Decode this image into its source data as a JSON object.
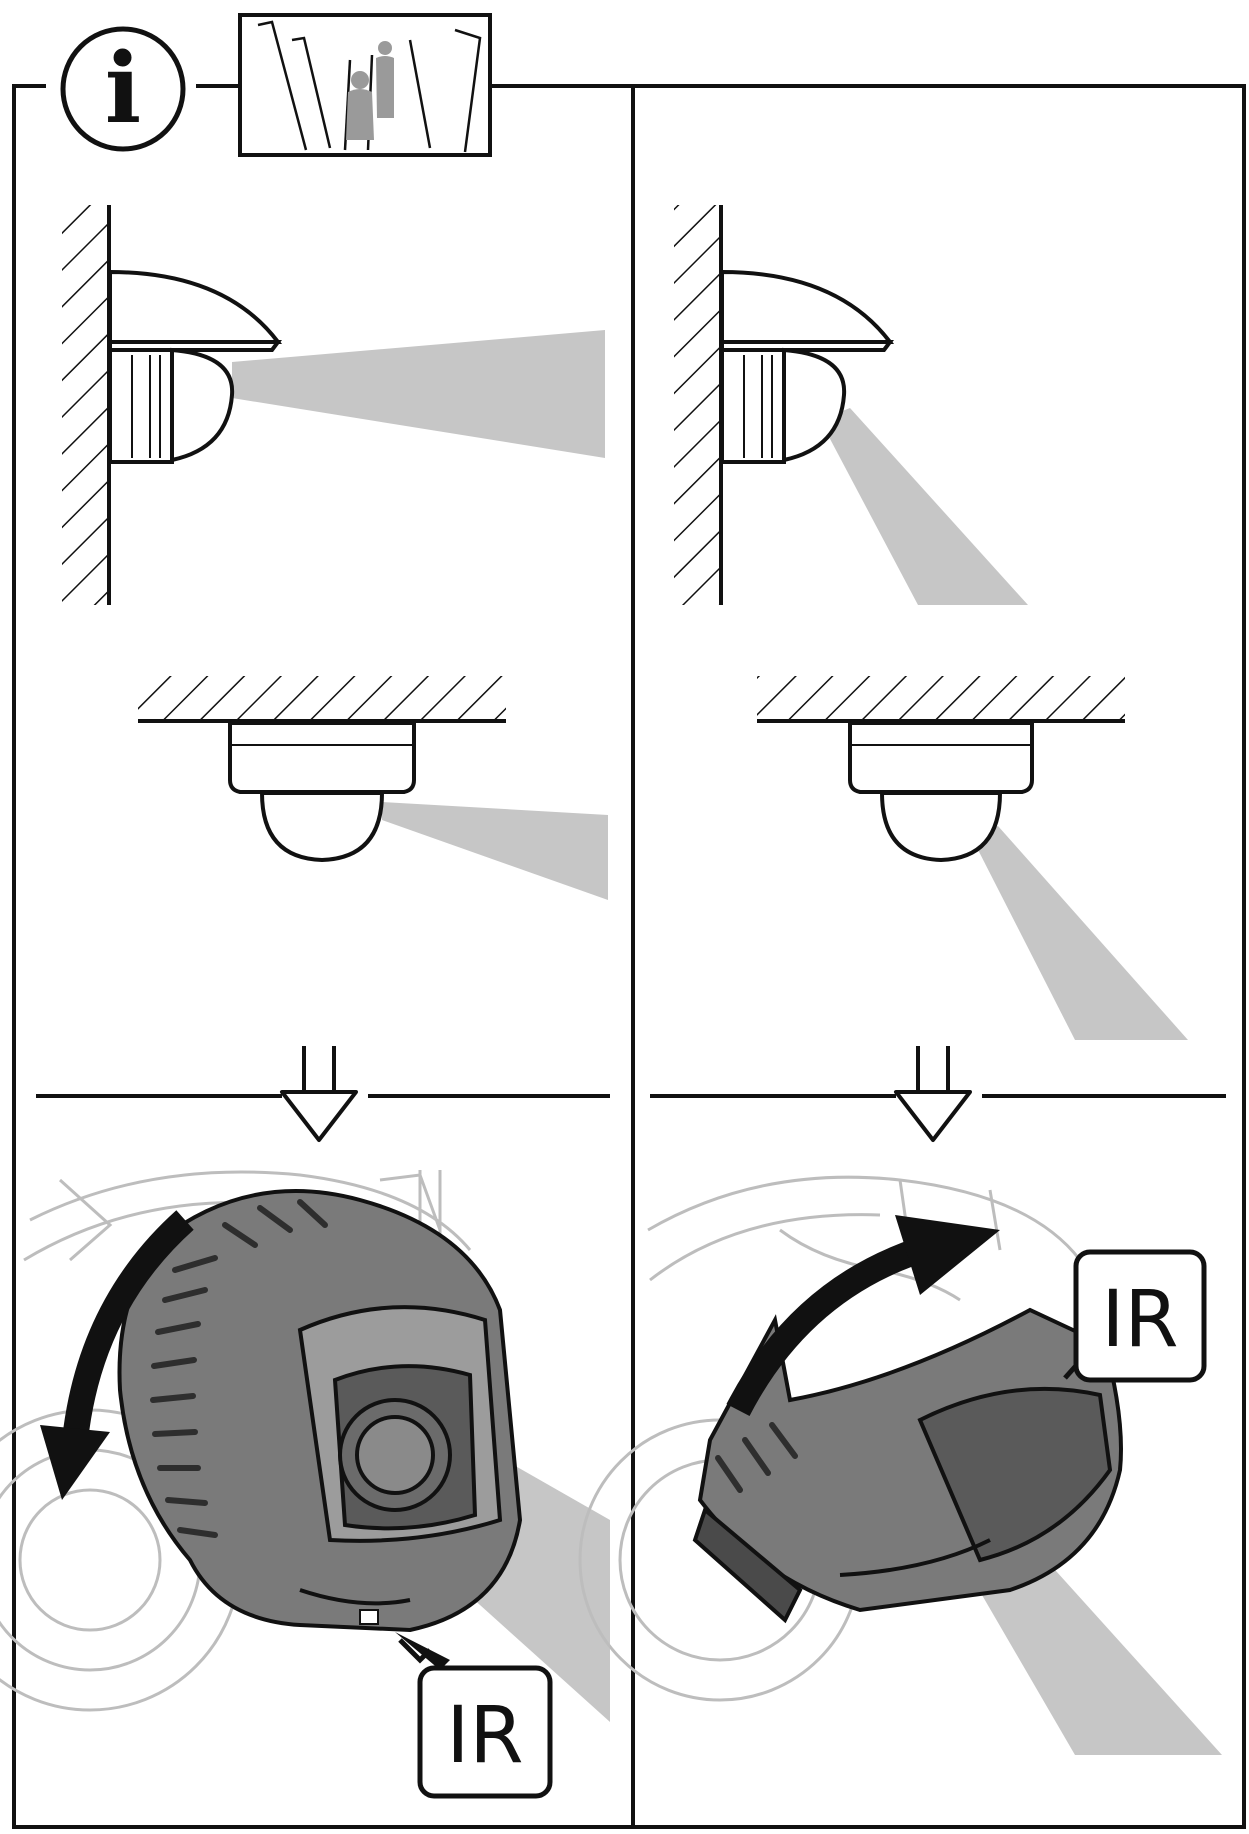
{
  "badges": {
    "info_symbol": "i",
    "ir_left": "IR",
    "ir_right": "IR"
  },
  "icons": {
    "info": "info-icon",
    "scene_thumbnail": "corridor-view-icon",
    "arrow_down": "double-arrow-down-icon",
    "rotate_left": "rotate-counterclockwise-arrow-icon",
    "rotate_right": "rotate-clockwise-arrow-icon"
  },
  "colors": {
    "line": "#111111",
    "beam": "#c6c6c6",
    "camera_body": "#7a7a7a",
    "camera_dark": "#4a4a4a",
    "camera_light": "#9c9c9c",
    "background_sketch": "#bdbdbd"
  }
}
